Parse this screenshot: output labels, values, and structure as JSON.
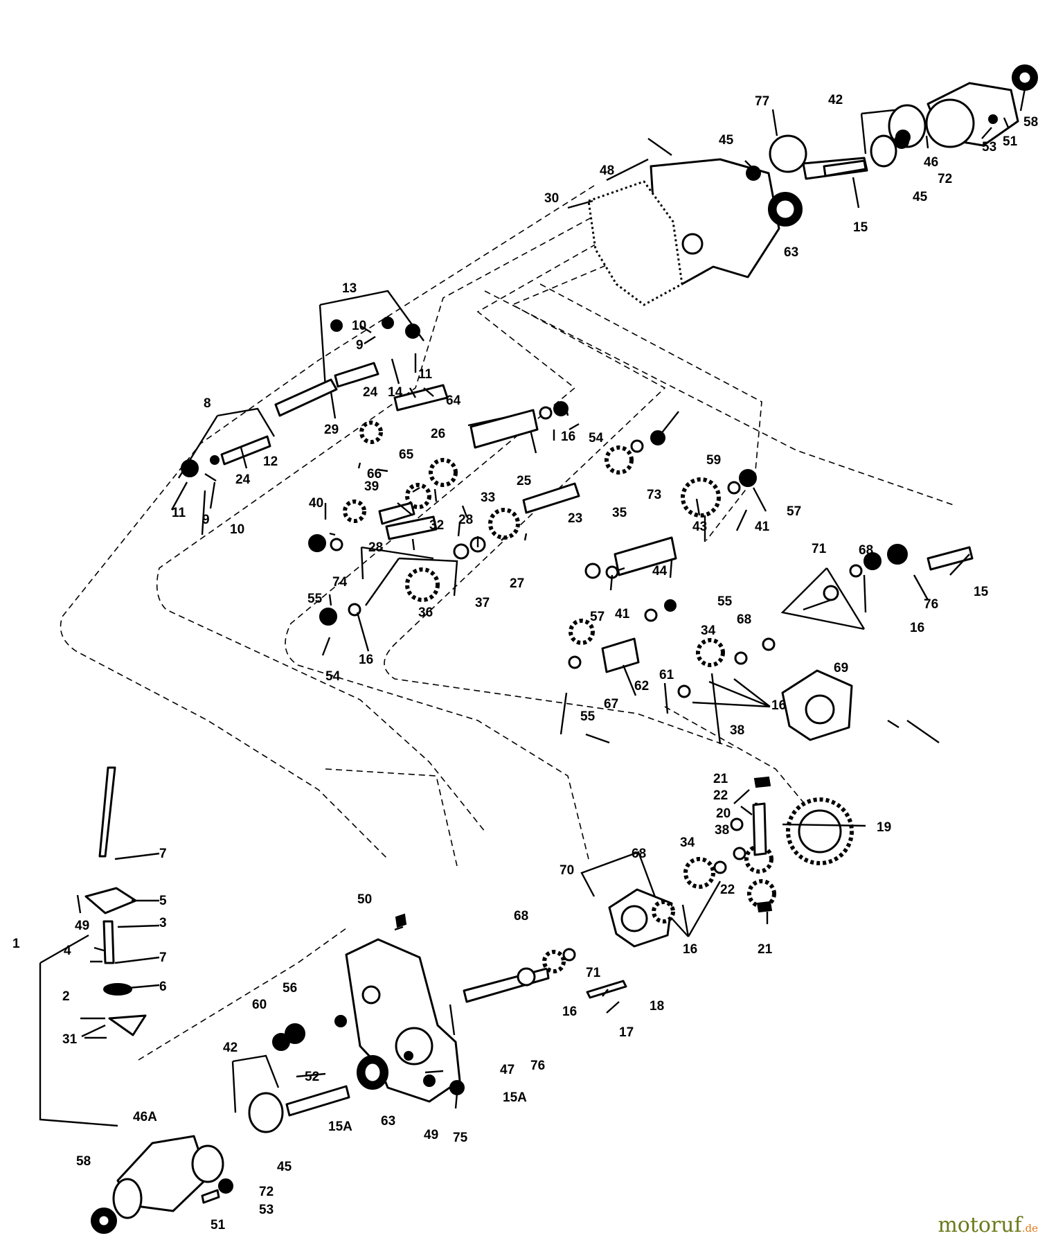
{
  "diagram": {
    "labels": {
      "l1": "1",
      "l2": "2",
      "l3": "3",
      "l4": "4",
      "l5": "5",
      "l6": "6",
      "l7a": "7",
      "l7b": "7",
      "l8": "8",
      "l9a": "9",
      "l9b": "9",
      "l10a": "10",
      "l10b": "10",
      "l11a": "11",
      "l11b": "11",
      "l12": "12",
      "l13": "13",
      "l14": "14",
      "l15a": "15",
      "l15b": "15",
      "l15Aa": "15A",
      "l15Ab": "15A",
      "l16a": "16",
      "l16b": "16",
      "l16c": "16",
      "l16d": "16",
      "l16e": "16",
      "l16f": "16",
      "l17": "17",
      "l18": "18",
      "l19": "19",
      "l20": "20",
      "l21a": "21",
      "l21b": "21",
      "l22a": "22",
      "l22b": "22",
      "l23": "23",
      "l24a": "24",
      "l24b": "24",
      "l25": "25",
      "l26": "26",
      "l27": "27",
      "l28a": "28",
      "l28b": "28",
      "l29": "29",
      "l30": "30",
      "l31": "31",
      "l32": "32",
      "l33": "33",
      "l34a": "34",
      "l34b": "34",
      "l35": "35",
      "l36": "36",
      "l37": "37",
      "l38a": "38",
      "l38b": "38",
      "l39": "39",
      "l40": "40",
      "l41a": "41",
      "l41b": "41",
      "l42a": "42",
      "l42b": "42",
      "l43": "43",
      "l44": "44",
      "l45a": "45",
      "l45b": "45",
      "l45c": "45",
      "l46": "46",
      "l46A": "46A",
      "l47": "47",
      "l48": "48",
      "l49a": "49",
      "l49b": "49",
      "l50": "50",
      "l51a": "51",
      "l51b": "51",
      "l52": "52",
      "l53a": "53",
      "l53b": "53",
      "l54a": "54",
      "l54b": "54",
      "l55a": "55",
      "l55b": "55",
      "l55c": "55",
      "l56": "56",
      "l57a": "57",
      "l57b": "57",
      "l58a": "58",
      "l58b": "58",
      "l59": "59",
      "l60": "60",
      "l61": "61",
      "l62": "62",
      "l63a": "63",
      "l63b": "63",
      "l64": "64",
      "l65": "65",
      "l66": "66",
      "l67": "67",
      "l68a": "68",
      "l68b": "68",
      "l68c": "68",
      "l68d": "68",
      "l69": "69",
      "l70": "70",
      "l71a": "71",
      "l71b": "71",
      "l72a": "72",
      "l72b": "72",
      "l73": "73",
      "l74": "74",
      "l75": "75",
      "l76a": "76",
      "l76b": "76",
      "l77": "77"
    },
    "watermark": {
      "main": "motoruf",
      "suffix": ".de"
    }
  }
}
